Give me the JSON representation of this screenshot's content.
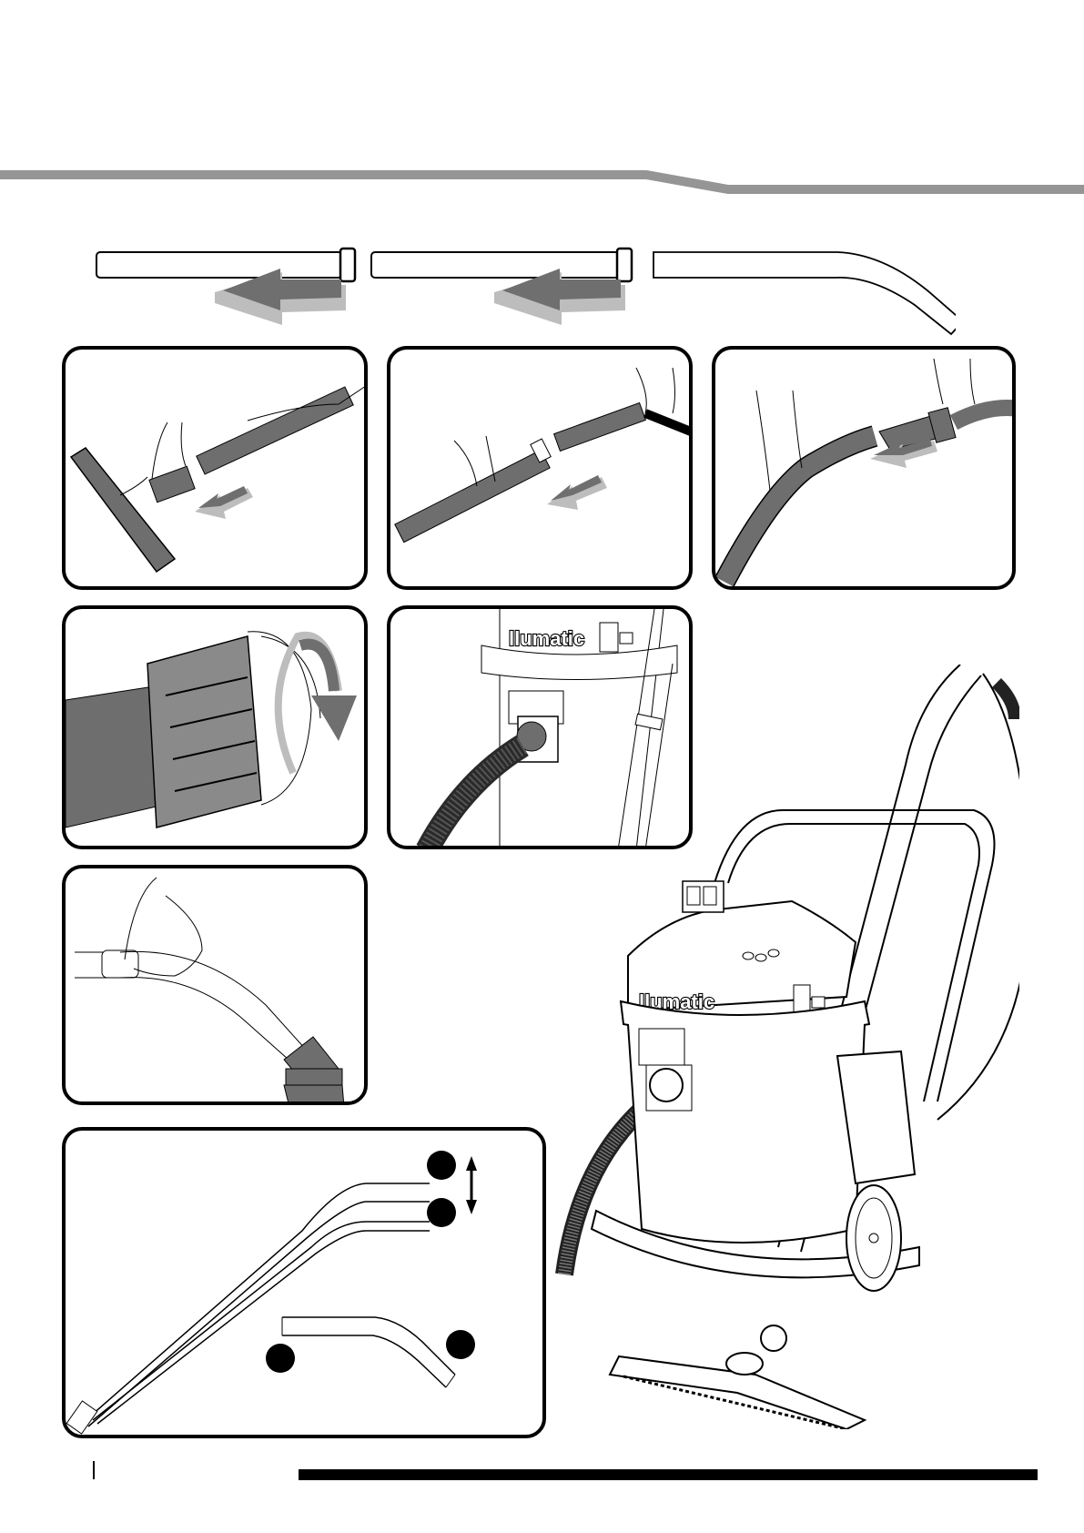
{
  "page": {
    "header_rule": {
      "color": "#959595"
    },
    "footer": {
      "bar_color": "#000000",
      "marker": "|"
    }
  },
  "brand": {
    "logo_text": "llumatic"
  },
  "assembly_strip": {
    "parts": [
      "straight-tube-1",
      "straight-tube-2",
      "bent-tube"
    ],
    "arrow_direction": "left",
    "arrow_color": "#6f6f6f"
  },
  "steps": [
    {
      "id": 1,
      "label": "Attach floor tool to straight tube",
      "action": "push-fit"
    },
    {
      "id": 2,
      "label": "Join two straight tubes",
      "action": "push-fit"
    },
    {
      "id": 3,
      "label": "Connect bent tube to hose cuff",
      "action": "push-fit"
    },
    {
      "id": 4,
      "label": "Screw hose connector clockwise",
      "action": "rotate"
    },
    {
      "id": 5,
      "label": "Hose fitted to machine inlet",
      "action": "inserted"
    },
    {
      "id": 6,
      "label": "Dusting brush on bent tube",
      "action": "use"
    },
    {
      "id": 7,
      "label": "Adjustable tube height",
      "action": "adjust"
    }
  ],
  "markers": [
    "",
    "",
    "",
    ""
  ],
  "colors": {
    "part_fill": "#6e6e6e",
    "outline": "#000000",
    "arrow_light": "#bdbdbd"
  }
}
